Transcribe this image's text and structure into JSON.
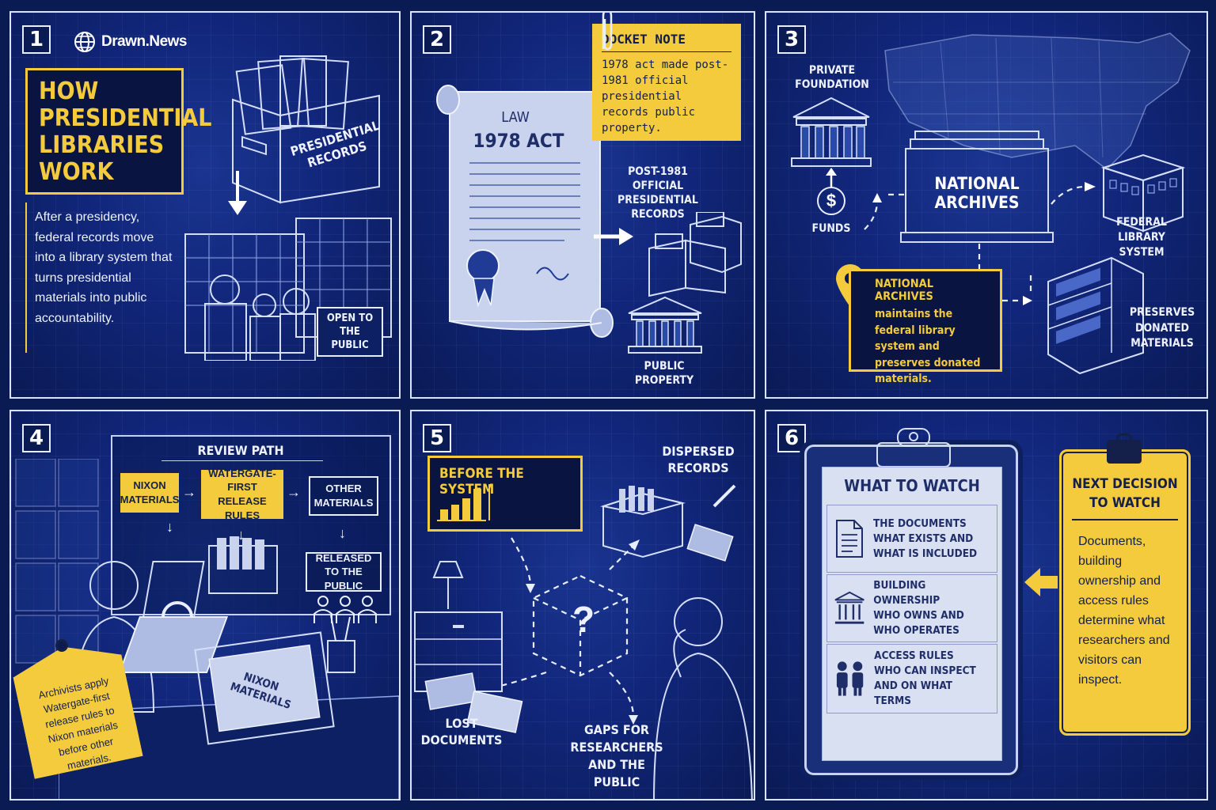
{
  "brand": {
    "name": "Drawn.News",
    "icon": "globe-icon"
  },
  "colors": {
    "background": "#0a1a52",
    "accent": "#f4cb3c",
    "line": "#e9eefc"
  },
  "panel1": {
    "number": "1",
    "title_lines": [
      "HOW",
      "PRESIDENTIAL",
      "LIBRARIES",
      "WORK"
    ],
    "body": "After a presidency, federal records move into a library system that turns presidential materials into public accountability.",
    "box_label": "PRESIDENTIAL RECORDS",
    "sign": "OPEN TO THE PUBLIC"
  },
  "panel2": {
    "number": "2",
    "note_title": "DOCKET NOTE",
    "note_body": "1978 act made post-1981 official presidential records public property.",
    "scroll_law": "LAW",
    "scroll_act": "1978 ACT",
    "records_label": "POST-1981 OFFICIAL PRESIDENTIAL RECORDS",
    "property_label": "PUBLIC PROPERTY"
  },
  "panel3": {
    "number": "3",
    "private_foundation": "PRIVATE FOUNDATION",
    "funds": "FUNDS",
    "funds_symbol": "$",
    "archives": "NATIONAL ARCHIVES",
    "federal_library": "FEDERAL LIBRARY SYSTEM",
    "preserves": "PRESERVES DONATED MATERIALS",
    "callout_title": "NATIONAL ARCHIVES",
    "callout_body": "maintains the federal library system and preserves donated materials."
  },
  "panel4": {
    "number": "4",
    "review_title": "REVIEW PATH",
    "nixon": "NIXON MATERIALS",
    "watergate": "WATERGATE-FIRST RELEASE RULES",
    "other": "OTHER MATERIALS",
    "released": "RELEASED TO THE PUBLIC",
    "tag": "Archivists apply Watergate-first release rules to Nixon materials before other materials.",
    "folder_label": "NIXON MATERIALS"
  },
  "panel5": {
    "number": "5",
    "before": "BEFORE THE SYSTEM",
    "dispersed": "DISPERSED RECORDS",
    "lost": "LOST DOCUMENTS",
    "gaps": "GAPS FOR RESEARCHERS AND THE PUBLIC",
    "question": "?"
  },
  "panel6": {
    "number": "6",
    "clip_title": "WHAT TO WATCH",
    "items": [
      {
        "icon": "document-icon",
        "title": "THE DOCUMENTS",
        "line1": "WHAT EXISTS AND",
        "line2": "WHAT IS INCLUDED"
      },
      {
        "icon": "building-icon",
        "title": "BUILDING OWNERSHIP",
        "line1": "WHO OWNS AND",
        "line2": "WHO OPERATES"
      },
      {
        "icon": "people-icon",
        "title": "ACCESS RULES",
        "line1": "WHO CAN INSPECT",
        "line2": "AND ON WHAT TERMS"
      }
    ],
    "next_title": "NEXT DECISION TO WATCH",
    "next_body": "Documents, building ownership and access rules determine what researchers and visitors can inspect."
  }
}
